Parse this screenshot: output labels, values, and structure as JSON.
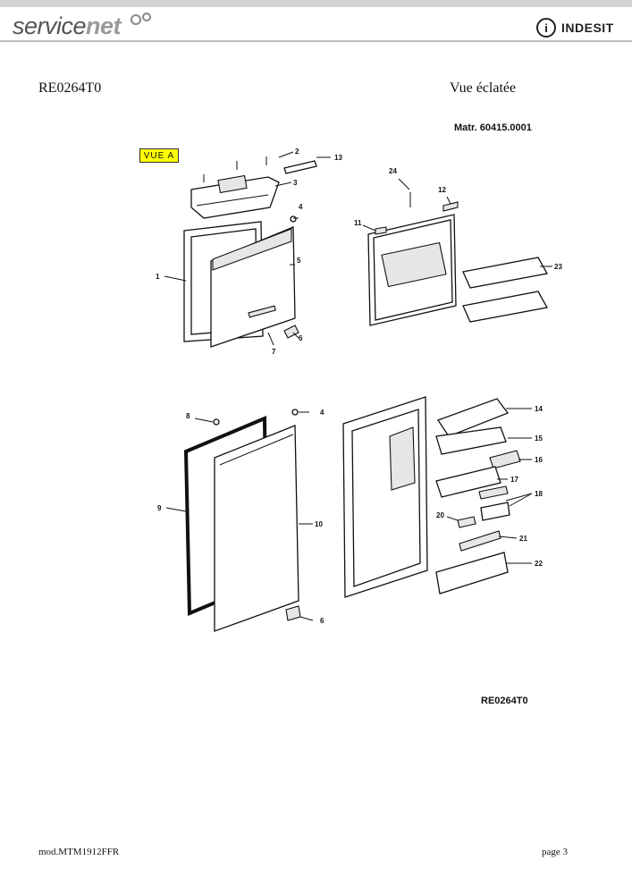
{
  "header": {
    "brand_left_a": "service",
    "brand_left_b": "net",
    "brand_right_icon": "i",
    "brand_right": "INDESIT"
  },
  "document": {
    "code": "RE0264T0",
    "view_type": "Vue éclatée",
    "serial": "Matr. 60415.0001",
    "view_label": "VUE A",
    "footer_code": "RE0264T0",
    "model": "mod.MTM1912FFR",
    "page": "page 3"
  },
  "callouts": [
    "1",
    "2",
    "3",
    "4",
    "5",
    "6",
    "7",
    "11",
    "12",
    "13",
    "23",
    "24",
    "8",
    "4",
    "14",
    "15",
    "16",
    "17",
    "18",
    "20",
    "21",
    "22",
    "9",
    "10",
    "6"
  ]
}
